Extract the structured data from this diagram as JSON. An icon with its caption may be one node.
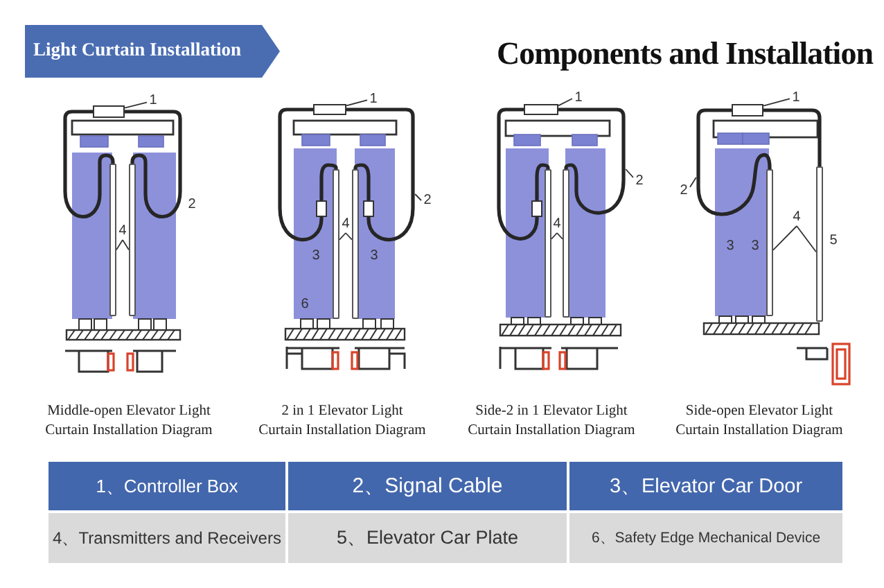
{
  "diagram": {
    "title": "Components and Installation",
    "nodes": [
      {
        "text": [
          "Light Curtain Installation"
        ]
      },
      {
        "text": [
          "1"
        ]
      },
      {
        "text": [],
        "shape": "box"
      },
      {
        "text": [
          "4"
        ]
      },
      {
        "text": [],
        "shape": "bar"
      },
      {
        "text": [],
        "shape": "bar"
      },
      {
        "text": [
          "1"
        ]
      },
      {
        "text": [],
        "shape": "box"
      },
      {
        "text": [
          "2"
        ]
      },
      {
        "text": [
          "4"
        ]
      },
      {
        "text": [],
        "shape": "bar"
      },
      {
        "text": [],
        "shape": "bar"
      },
      {
        "text": [
          "1"
        ]
      },
      {
        "text": [],
        "shape": "box"
      },
      {
        "text": [
          "2"
        ]
      },
      {
        "text": [
          "4"
        ]
      },
      {
        "text": [],
        "shape": "bar"
      },
      {
        "text": [],
        "shape": "bar"
      },
      {
        "text": [
          "1"
        ]
      },
      {
        "text": [],
        "shape": "box"
      },
      {
        "text": [
          "2"
        ]
      },
      {
        "text": [
          "4"
        ]
      },
      {
        "text": [],
        "shape": "bar"
      },
      {
        "text": [],
        "shape": "bar"
      }
    ],
    "edges": [
      {
        "from": 1,
        "to": 2,
        "arrow": "none"
      },
      {
        "from": 3,
        "to": 4,
        "arrow": "none"
      },
      {
        "from": 3,
        "to": 5,
        "arrow": "none"
      },
      {
        "from": 6,
        "to": 7,
        "arrow": "none"
      },
      {
        "from": 8,
        "to": null,
        "arrow": "none"
      },
      {
        "from": 9,
        "to": 10,
        "arrow": "none"
      },
      {
        "from": 9,
        "to": 11,
        "arrow": "none"
      },
      {
        "from": 12,
        "to": 13,
        "arrow": "none"
      },
      {
        "from": 14,
        "to": null,
        "arrow": "none"
      },
      {
        "from": 15,
        "to": 16,
        "arrow": "none"
      },
      {
        "from": 15,
        "to": 17,
        "arrow": "none"
      },
      {
        "from": 18,
        "to": 19,
        "arrow": "none"
      },
      {
        "from": 20,
        "to": null,
        "arrow": "none"
      },
      {
        "from": 21,
        "to": 22,
        "arrow": "none"
      },
      {
        "from": 21,
        "to": 23,
        "arrow": "none"
      },
      {
        "from": 2,
        "to": 4,
        "arrow": "none",
        "style": "thick"
      },
      {
        "from": 2,
        "to": 5,
        "arrow": "none",
        "style": "thick"
      },
      {
        "from": 7,
        "to": 10,
        "arrow": "none",
        "style": "thick"
      },
      {
        "from": 7,
        "to": 11,
        "arrow": "none",
        "style": "thick"
      },
      {
        "from": 13,
        "to": 16,
        "arrow": "none",
        "style": "thick"
      },
      {
        "from": 13,
        "to": 17,
        "arrow": "none",
        "style": "thick"
      },
      {
        "from": 19,
        "to": 22,
        "arrow": "none",
        "style": "thick"
      },
      {
        "from": 19,
        "to": 23,
        "arrow": "none",
        "style": "thick"
      }
    ],
    "labels": [
      "2",
      "3",
      "3",
      "6",
      "3",
      "3",
      "5",
      "Middle-open Elevator Light Curtain Installation Diagram",
      "2 in 1 Elevator Light Curtain Installation Diagram",
      "Side-2 in 1 Elevator Light Curtain Installation Diagram",
      "Side-open Elevator Light Curtain Installation Diagram",
      "1、Controller Box",
      "2、Signal Cable",
      "3、Elevator Car Door",
      "4、Transmitters and Receivers",
      "5、Elevator Car Plate",
      "6、Safety Edge Mechanical Device"
    ]
  }
}
